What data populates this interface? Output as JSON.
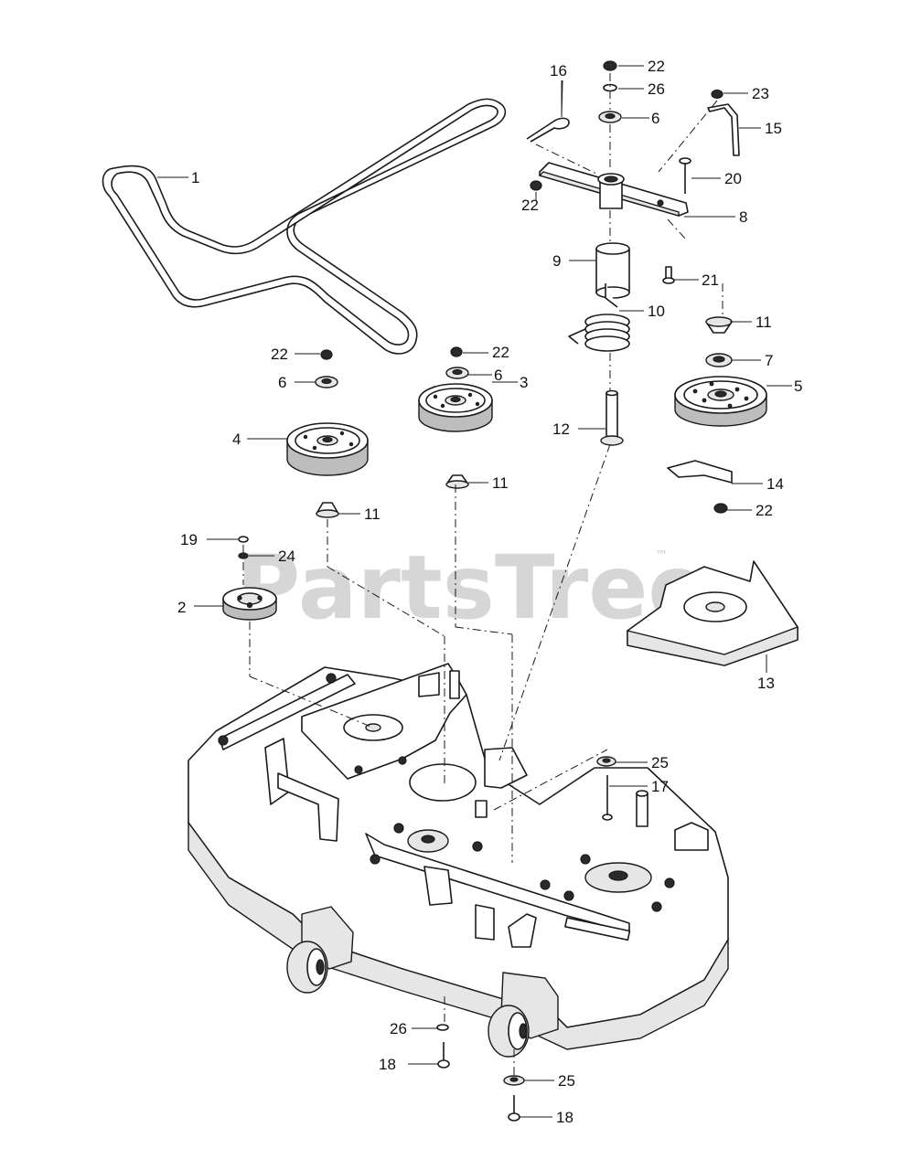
{
  "watermark": {
    "brand": "PartsTree",
    "trademark": "™"
  },
  "callouts": [
    {
      "label": "1"
    },
    {
      "label": "2"
    },
    {
      "label": "3"
    },
    {
      "label": "4"
    },
    {
      "label": "5"
    },
    {
      "label": "6"
    },
    {
      "label": "6"
    },
    {
      "label": "6"
    },
    {
      "label": "7"
    },
    {
      "label": "8"
    },
    {
      "label": "9"
    },
    {
      "label": "10"
    },
    {
      "label": "11"
    },
    {
      "label": "11"
    },
    {
      "label": "11"
    },
    {
      "label": "12"
    },
    {
      "label": "13"
    },
    {
      "label": "14"
    },
    {
      "label": "15"
    },
    {
      "label": "16"
    },
    {
      "label": "17"
    },
    {
      "label": "18"
    },
    {
      "label": "18"
    },
    {
      "label": "19"
    },
    {
      "label": "20"
    },
    {
      "label": "21"
    },
    {
      "label": "22"
    },
    {
      "label": "22"
    },
    {
      "label": "22"
    },
    {
      "label": "22"
    },
    {
      "label": "22"
    },
    {
      "label": "23"
    },
    {
      "label": "24"
    },
    {
      "label": "25"
    },
    {
      "label": "25"
    },
    {
      "label": "26"
    },
    {
      "label": "26"
    }
  ]
}
